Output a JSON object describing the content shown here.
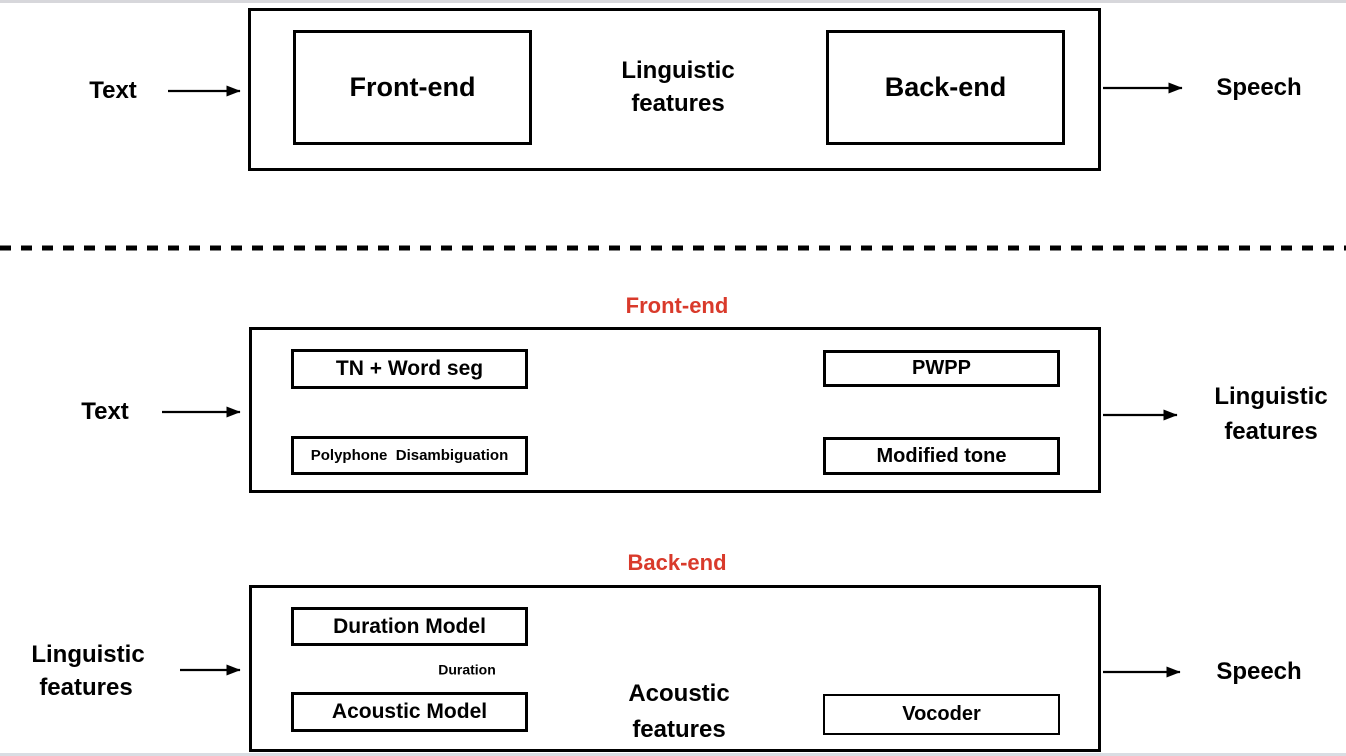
{
  "colors": {
    "title_red": "#d93a2b",
    "diagram_black": "#000000"
  },
  "overview": {
    "input_label": "Text",
    "front_end_box_label": "Front-end",
    "connector_label_line1": "Linguistic",
    "connector_label_line2": "features",
    "back_end_box_label": "Back-end",
    "output_label": "Speech"
  },
  "front_end_section": {
    "title": "Front-end",
    "input_label": "Text",
    "tn_word_seg_label": "TN + Word seg",
    "pwpp_label": "PWPP",
    "polyphone_label": "Polyphone  Disambiguation",
    "modified_tone_label": "Modified tone",
    "output_label_line1": "Linguistic",
    "output_label_line2": "features"
  },
  "back_end_section": {
    "title": "Back-end",
    "input_label_line1": "Linguistic",
    "input_label_line2": "features",
    "duration_model_label": "Duration Model",
    "duration_arrow_label": "Duration",
    "acoustic_model_label": "Acoustic Model",
    "acoustic_connector_label_line1": "Acoustic",
    "acoustic_connector_label_line2": "features",
    "vocoder_label": "Vocoder",
    "output_label": "Speech"
  }
}
